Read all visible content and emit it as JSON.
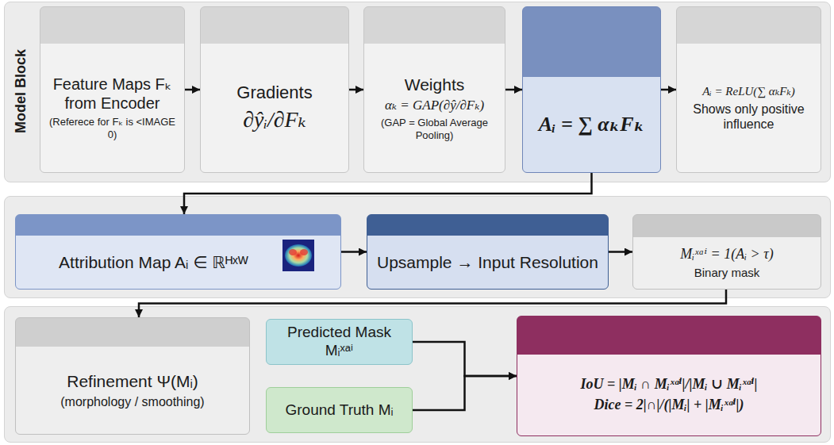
{
  "diagram": {
    "nodes": [
      {
        "text": [
          "Feature Maps Fₖ from Encoder",
          "(Referece for Fₖ is <IMAGE 0)"
        ]
      },
      {
        "text": [
          "Gradients",
          "∂ŷᵢ/∂Fₖ"
        ]
      },
      {
        "text": [
          "Weights",
          "αₖ = GAP(∂ŷ/∂Fₖ)",
          "(GAP = Global Average Pooling)"
        ]
      },
      {
        "text": [
          "Aᵢ = ∑ αₖFₖ"
        ]
      },
      {
        "text": [
          "Aᵢ = ReLU(∑ αₖFₖ)",
          "Shows only positive influence"
        ]
      },
      {
        "text": [
          "Attribution Map Aᵢ ∈ ℝᴴˣᵂ"
        ]
      },
      {
        "text": [
          "Upsample → Input Resolution"
        ]
      },
      {
        "text": [
          "Mᵢˣᵃⁱ = 1(Aᵢ > τ)",
          "Binary mask"
        ]
      },
      {
        "text": [
          "Refinement Ψ(Mᵢ)",
          "(morphology / smoothing)"
        ]
      },
      {
        "text": [
          "Predicted Mask Mᵢˣᵃⁱ"
        ]
      },
      {
        "text": [
          "Ground Truth Mᵢ"
        ]
      },
      {
        "text": [
          "IoU = |Mᵢ ∩ Mᵢˣᵃⁱ|/|Mᵢ ∪ Mᵢˣᵃⁱ|",
          "Dice = 2|∩|/(|Mᵢ| + |Mᵢˣᵃⁱ|)"
        ]
      }
    ],
    "edges": [
      {
        "from": 0,
        "to": 1,
        "arrow": "to"
      },
      {
        "from": 1,
        "to": 2,
        "arrow": "to"
      },
      {
        "from": 2,
        "to": 3,
        "arrow": "to"
      },
      {
        "from": 3,
        "to": 4,
        "arrow": "to"
      },
      {
        "from": 3,
        "to": 5,
        "arrow": "to"
      },
      {
        "from": 5,
        "to": 6,
        "arrow": "to"
      },
      {
        "from": 6,
        "to": 7,
        "arrow": "to"
      },
      {
        "from": 7,
        "to": 8,
        "arrow": "to"
      },
      {
        "from": 9,
        "to": 11,
        "arrow": "to"
      },
      {
        "from": 10,
        "to": 11,
        "arrow": "to"
      }
    ],
    "labels": [
      "Model Block"
    ]
  }
}
